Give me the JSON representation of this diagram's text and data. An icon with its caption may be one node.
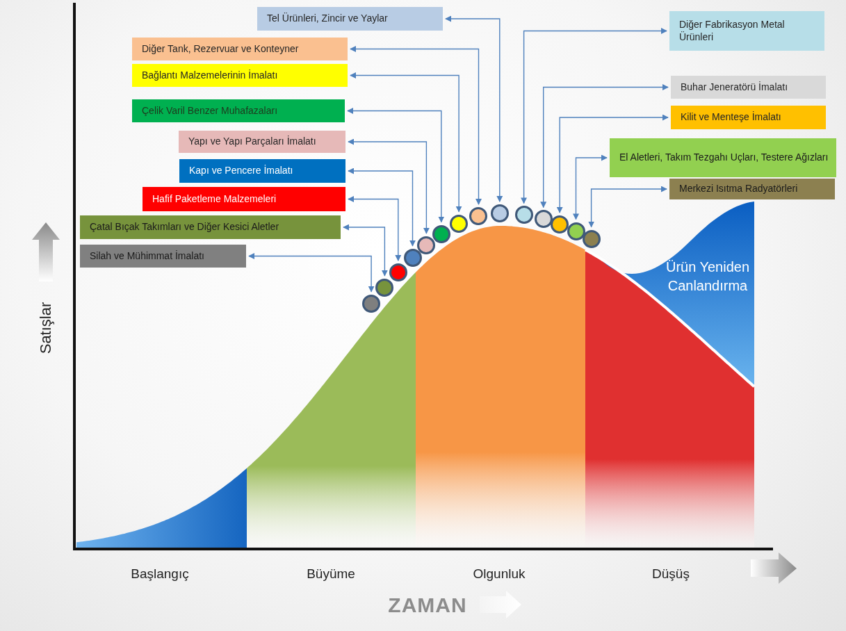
{
  "diagram": {
    "nodes": [
      {
        "text": [
          "Tel Ürünleri, Zincir ve Yaylar"
        ]
      },
      {
        "text": [
          "Diğer Tank, Rezervuar ve Konteyner"
        ]
      },
      {
        "text": [
          "Bağlantı Malzemelerinin İmalatı"
        ]
      },
      {
        "text": [
          "Çelik Varil Benzer Muhafazaları"
        ]
      },
      {
        "text": [
          "Yapı ve Yapı Parçaları İmalatı"
        ]
      },
      {
        "text": [
          "Kapı ve Pencere İmalatı"
        ]
      },
      {
        "text": [
          "Hafif Paketleme Malzemeleri"
        ]
      },
      {
        "text": [
          "Çatal Bıçak Takımları ve Diğer Kesici Aletler"
        ]
      },
      {
        "text": [
          "Silah ve Mühimmat İmalatı"
        ]
      },
      {
        "text": [
          "Diğer Fabrikasyon Metal Ürünleri"
        ]
      },
      {
        "text": [
          "Buhar Jeneratörü İmalatı"
        ]
      },
      {
        "text": [
          "Kilit ve Menteşe İmalatı"
        ]
      },
      {
        "text": [
          "El Aletleri, Takım Tezgahı Uçları, Testere Ağızları"
        ]
      },
      {
        "text": [
          "Merkezi Isıtma Radyatörleri"
        ]
      },
      {
        "text": [],
        "shape": "circle"
      },
      {
        "text": [],
        "shape": "circle"
      },
      {
        "text": [],
        "shape": "circle"
      },
      {
        "text": [],
        "shape": "circle"
      },
      {
        "text": [],
        "shape": "circle"
      },
      {
        "text": [],
        "shape": "circle"
      },
      {
        "text": [],
        "shape": "circle"
      },
      {
        "text": [],
        "shape": "circle"
      },
      {
        "text": [],
        "shape": "circle"
      },
      {
        "text": [],
        "shape": "circle"
      },
      {
        "text": [],
        "shape": "circle"
      },
      {
        "text": [],
        "shape": "circle"
      },
      {
        "text": [],
        "shape": "circle"
      },
      {
        "text": [],
        "shape": "circle"
      }
    ],
    "edges": [
      {
        "from": 14,
        "to": 8,
        "arrow": "both"
      },
      {
        "from": 15,
        "to": 7,
        "arrow": "both"
      },
      {
        "from": 16,
        "to": 6,
        "arrow": "both"
      },
      {
        "from": 17,
        "to": 5,
        "arrow": "both"
      },
      {
        "from": 18,
        "to": 4,
        "arrow": "both"
      },
      {
        "from": 19,
        "to": 3,
        "arrow": "both"
      },
      {
        "from": 20,
        "to": 2,
        "arrow": "both"
      },
      {
        "from": 21,
        "to": 1,
        "arrow": "both"
      },
      {
        "from": 22,
        "to": 0,
        "arrow": "both"
      },
      {
        "from": 23,
        "to": 9,
        "arrow": "both"
      },
      {
        "from": 24,
        "to": 10,
        "arrow": "both"
      },
      {
        "from": 25,
        "to": 11,
        "arrow": "both"
      },
      {
        "from": 26,
        "to": 12,
        "arrow": "both"
      },
      {
        "from": 27,
        "to": 13,
        "arrow": "both"
      }
    ],
    "labels": [
      "Ürün Yeniden Canlandırma",
      "Satışlar",
      "Başlangıç",
      "Büyüme",
      "Olgunluk",
      "Düşüş",
      "ZAMAN"
    ]
  }
}
